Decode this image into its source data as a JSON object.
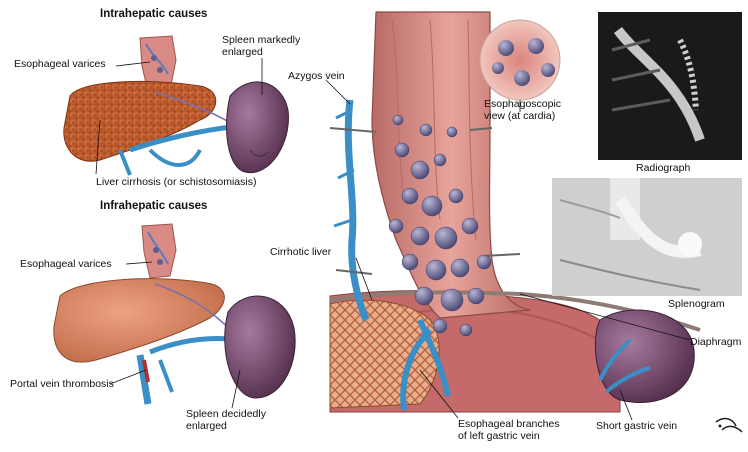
{
  "figure": {
    "headings": {
      "intrahepatic": "Intrahepatic causes",
      "infrahepatic": "Infrahepatic causes"
    },
    "labels": {
      "esophageal_varices_top": "Esophageal varices",
      "spleen_markedly": "Spleen markedly\nenlarged",
      "liver_cirrhosis": "Liver cirrhosis (or schistosomiasis)",
      "azygos_vein": "Azygos vein",
      "esophagoscopic": "Esophagoscopic\nview (at cardia)",
      "radiograph": "Radiograph",
      "splenogram": "Splenogram",
      "esophageal_varices_bottom": "Esophageal varices",
      "cirrhotic_liver": "Cirrhotic liver",
      "portal_vein_thrombosis": "Portal vein thrombosis",
      "spleen_decidedly": "Spleen decidedly\nenlarged",
      "esophageal_branches": "Esophageal branches\nof left gastric vein",
      "short_gastric_vein": "Short gastric vein",
      "diaphragm": "Diaphragm"
    },
    "signature": "F. Netter",
    "colors": {
      "liver_cirrhotic": "#c8602e",
      "liver_normal": "#d98a66",
      "spleen": "#7a4a6a",
      "vein_blue": "#3a8fc7",
      "esophagus_pink": "#d98a84",
      "mucosa": "#c46a6a",
      "xray_dark": "#1a1a1a",
      "xray_light": "#e6e6e6"
    }
  }
}
